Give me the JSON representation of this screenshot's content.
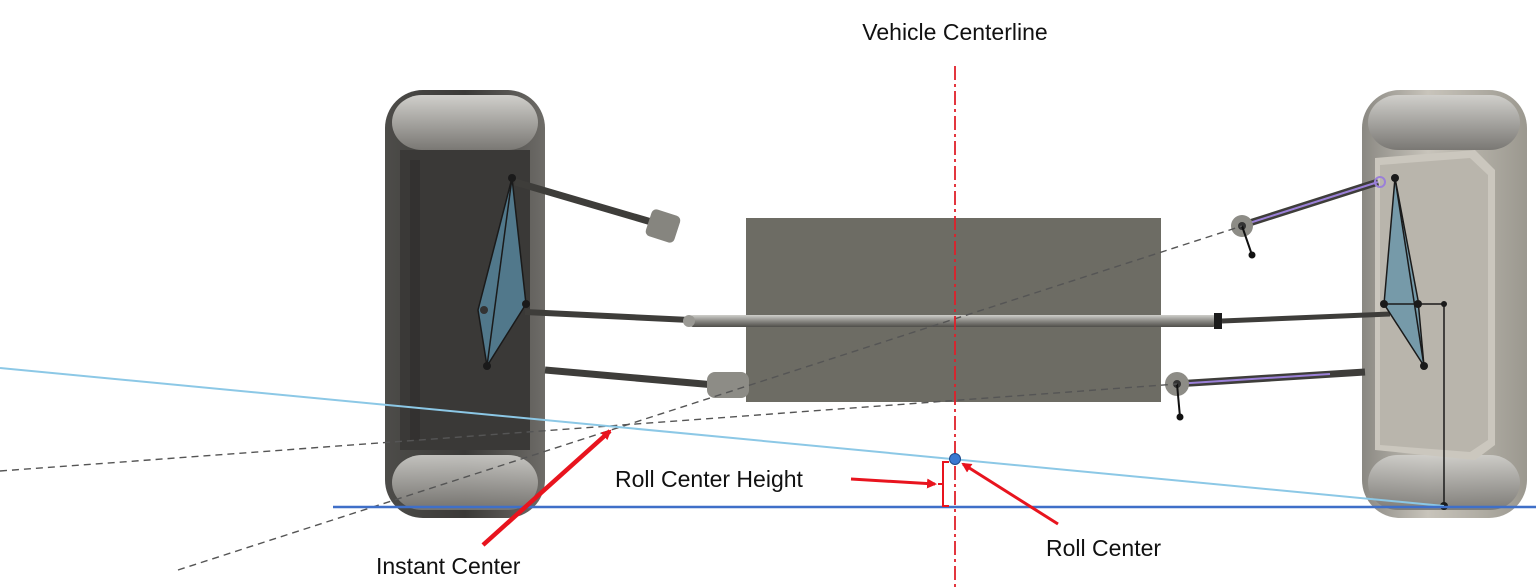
{
  "labels": {
    "vehicle_centerline": "Vehicle Centerline",
    "roll_center_height": "Roll Center Height",
    "instant_center": "Instant Center",
    "roll_center": "Roll Center"
  },
  "colors": {
    "centerline": "#e0202a",
    "arrow": "#e8141e",
    "roll_line": "#8cc8e6",
    "ground": "#3f6fc8",
    "roll_center_dot": "#3a78d0",
    "construction": "#555555",
    "tire": "#5c5b57",
    "body": "#6d6c64",
    "upright": "#5a8ea8"
  }
}
